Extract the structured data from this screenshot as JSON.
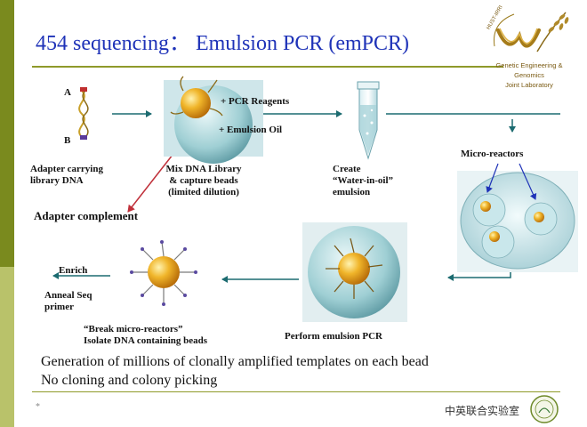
{
  "title": "454 sequencing： Emulsion PCR (emPCR)",
  "logo": {
    "arc_text": "HUST-IRRI",
    "name_line1": "Genetic Engineering & Genomics",
    "name_line2": "Joint Laboratory"
  },
  "diagram": {
    "label_a": "A",
    "label_b": "B",
    "adapter_library": [
      "Adapter carrying",
      "library DNA"
    ],
    "pcr_reagents": "+ PCR Reagents",
    "emulsion_oil": "+  Emulsion Oil",
    "mix_library": [
      "Mix DNA Library",
      "& capture beads",
      "(limited dilution)"
    ],
    "create_emulsion": [
      "Create",
      "“Water-in-oil”",
      "emulsion"
    ],
    "micro_reactors": "Micro-reactors",
    "adapter_complement": "Adapter complement",
    "enrich": "Enrich",
    "anneal": [
      "Anneal Seq",
      "primer"
    ],
    "break": [
      "“Break micro-reactors”",
      "Isolate DNA containing beads"
    ],
    "perform_pcr": "Perform emulsion PCR"
  },
  "summary": {
    "line1": "Generation of millions of clonally amplified templates on each bead",
    "line2": "No cloning and colony picking"
  },
  "footer": {
    "bullet": "*",
    "lab_cn": "中英联合实验室"
  },
  "colors": {
    "title": "#1f33b8",
    "accent_olive": "#7a8a1e",
    "arrow_teal": "#1c6b70",
    "red_arrow": "#c0303a",
    "bead_gold": "#e7a21c"
  }
}
